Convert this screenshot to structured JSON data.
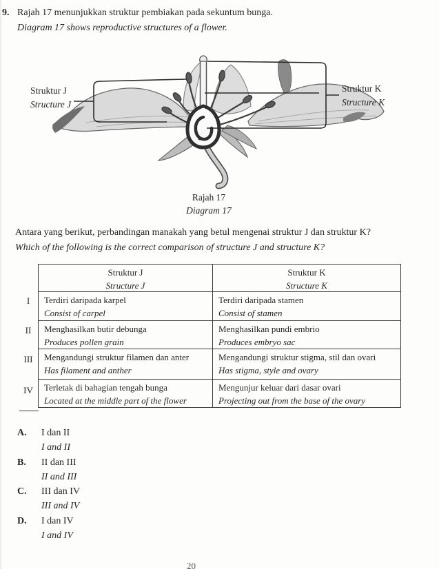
{
  "question": {
    "number": "9.",
    "ms": "Rajah 17 menunjukkan struktur pembiakan pada sekuntum bunga.",
    "en": "Diagram 17 shows reproductive structures of a flower."
  },
  "figure": {
    "label_j": {
      "ms": "Struktur J",
      "en": "Structure J"
    },
    "label_k": {
      "ms": "Struktur K",
      "en": "Structure K"
    },
    "caption": {
      "ms": "Rajah 17",
      "en": "Diagram 17"
    }
  },
  "prompt": {
    "ms": "Antara yang berikut, perbandingan manakah yang betul mengenai struktur J dan struktur K?",
    "en": "Which of the following is the correct comparison of structure J and structure K?"
  },
  "table": {
    "header": {
      "j_ms": "Struktur J",
      "j_en": "Structure J",
      "k_ms": "Struktur K",
      "k_en": "Structure K"
    },
    "rows": [
      {
        "num": "I",
        "j_ms": "Terdiri daripada karpel",
        "j_en": "Consist of carpel",
        "k_ms": "Terdiri daripada stamen",
        "k_en": "Consist of stamen"
      },
      {
        "num": "II",
        "j_ms": "Menghasilkan butir debunga",
        "j_en": "Produces pollen grain",
        "k_ms": "Menghasilkan pundi embrio",
        "k_en": "Produces embryo sac"
      },
      {
        "num": "III",
        "j_ms": "Mengandungi struktur filamen dan anter",
        "j_en": "Has filament and anther",
        "k_ms": "Mengandungi struktur stigma, stil dan ovari",
        "k_en": "Has stigma, style and ovary"
      },
      {
        "num": "IV",
        "j_ms": "Terletak di bahagian tengah bunga",
        "j_en": "Located at the middle part of the flower",
        "k_ms": "Mengunjur keluar dari dasar ovari",
        "k_en": "Projecting out from the base of the ovary"
      }
    ]
  },
  "options": [
    {
      "label": "A.",
      "ms": "I dan II",
      "en": "I and II"
    },
    {
      "label": "B.",
      "ms": "II dan III",
      "en": "II and III"
    },
    {
      "label": "C.",
      "ms": "III dan IV",
      "en": "III and IV"
    },
    {
      "label": "D.",
      "ms": "I dan IV",
      "en": "I and IV"
    }
  ],
  "page_number": "20"
}
